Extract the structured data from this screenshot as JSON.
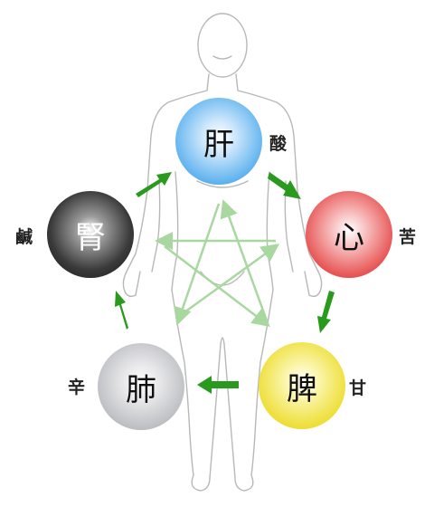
{
  "organs": {
    "liver": "肝",
    "heart": "心",
    "spleen": "脾",
    "lung": "肺",
    "kidney": "腎"
  },
  "tastes": {
    "liver": "酸",
    "heart": "苦",
    "spleen": "甘",
    "lung": "辛",
    "kidney": "鹹"
  },
  "colors": {
    "liver": "#2f8fd8",
    "heart": "#cf2f2f",
    "spleen": "#d8c51a",
    "lung": "#a3a4a8",
    "kidney": "#141414",
    "cycle_arrow": "#2a9a1f",
    "star_arrow": "#a8d8a0",
    "body_outline": "#b8b8b8"
  }
}
